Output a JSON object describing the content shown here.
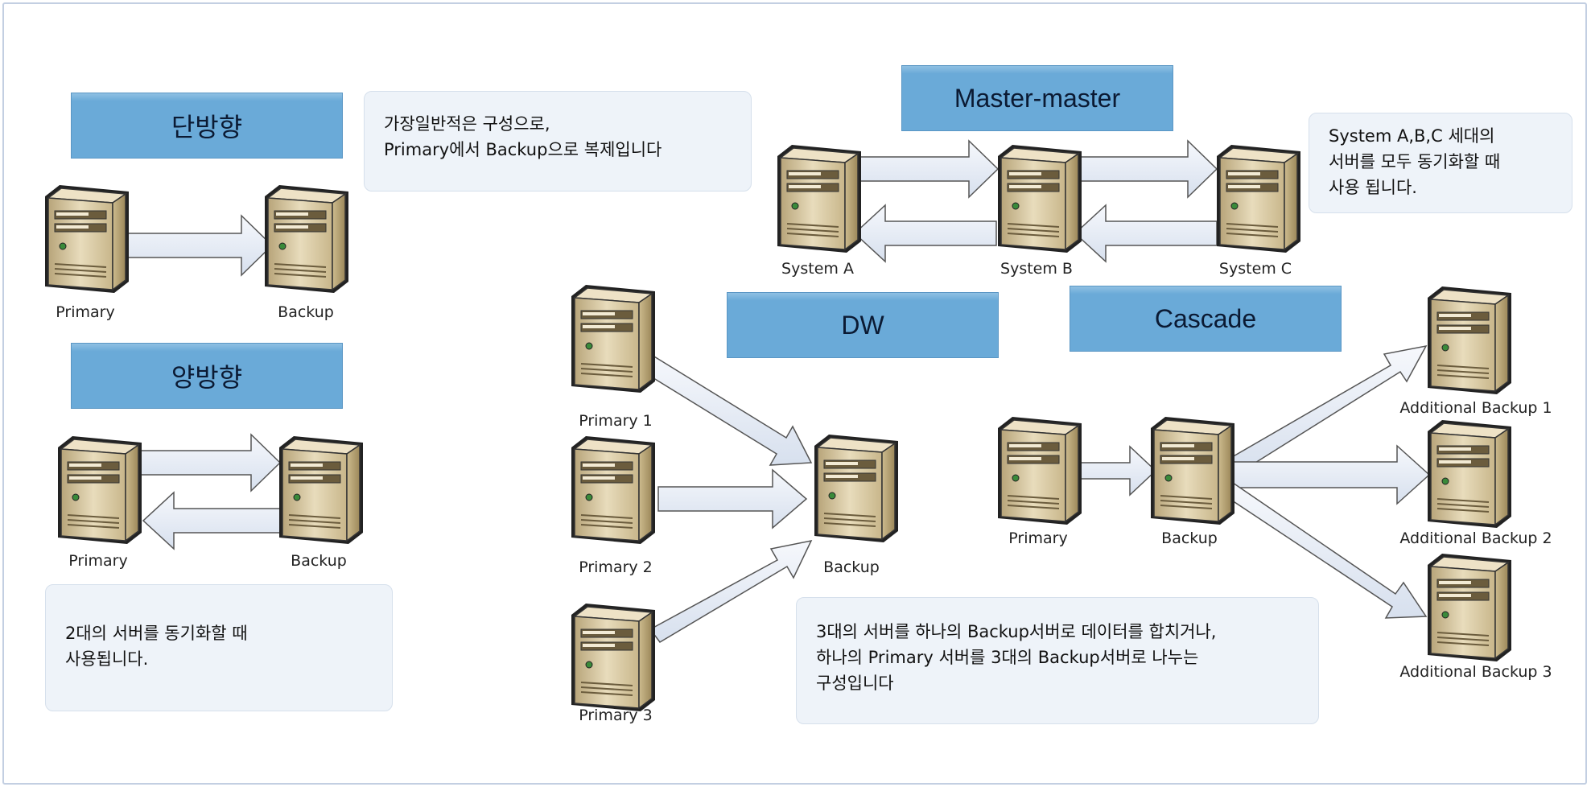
{
  "oneway": {
    "title": "단방향",
    "note": [
      "가장일반적은 구성으로,",
      "Primary에서 Backup으로 복제입니다"
    ],
    "primary": "Primary",
    "backup": "Backup"
  },
  "twoway": {
    "title": "양방향",
    "note": [
      "2대의 서버를 동기화할 때",
      "사용됩니다."
    ],
    "primary": "Primary",
    "backup": "Backup"
  },
  "master_master": {
    "title": "Master-master",
    "note": [
      "System A,B,C 세대의",
      "서버를 모두 동기화할 때",
      "사용 됩니다."
    ],
    "system_a": "System A",
    "system_b": "System B",
    "system_c": "System C"
  },
  "dw": {
    "title": "DW",
    "primary_1": "Primary 1",
    "primary_2": "Primary 2",
    "primary_3": "Primary 3",
    "backup": "Backup"
  },
  "cascade": {
    "title": "Cascade",
    "primary": "Primary",
    "backup": "Backup",
    "additional_1": "Additional Backup 1",
    "additional_2": "Additional Backup 2",
    "additional_3": "Additional Backup 3"
  },
  "dw_cascade_note": [
    "3대의 서버를 하나의 Backup서버로 데이터를 합치거나,",
    "하나의 Primary 서버를 3대의 Backup서버로 나누는",
    "구성입니다"
  ],
  "colors": {
    "title_fill": "#6aaad8",
    "note_fill": "#eef3f9",
    "arrow_fill": "#e6ecf6",
    "server_body": "#d9c9a3",
    "frame_border": "#c3cfe2"
  },
  "icons": {
    "server": "server-icon",
    "arrow": "arrow-icon"
  }
}
